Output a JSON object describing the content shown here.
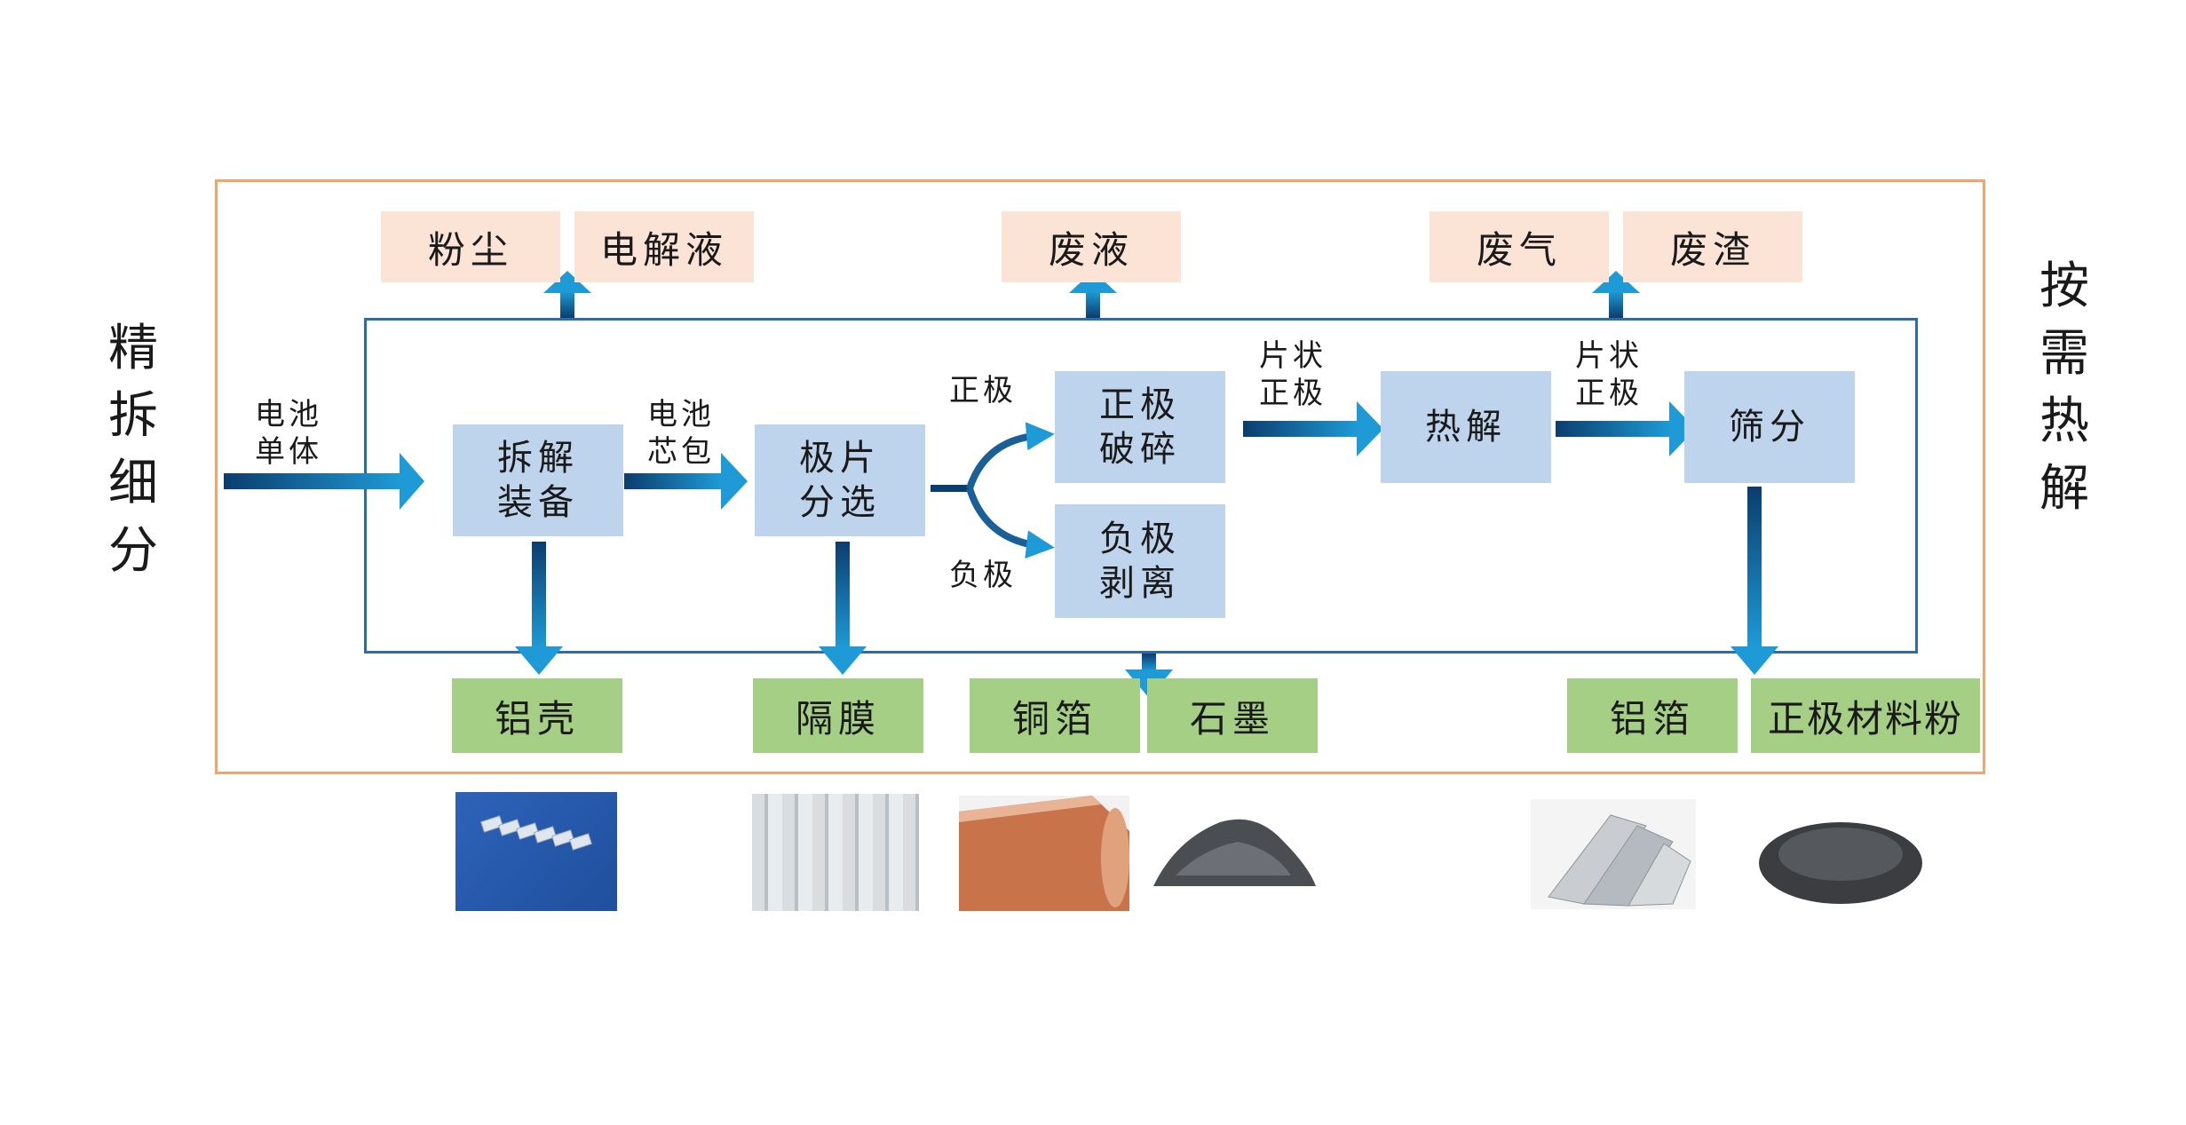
{
  "side_left": "精\n拆\n细\n分",
  "side_right": "按\n需\n热\n解",
  "process": {
    "disassembly": "拆解\n装备",
    "sorting": "极片\n分选",
    "pos_crush": "正极\n破碎",
    "neg_strip": "负极\n剥离",
    "pyrolysis": "热解",
    "sieving": "筛分"
  },
  "waste": {
    "dust": "粉尘",
    "electrolyte": "电解液",
    "waste_liquid": "废液",
    "waste_gas": "废气",
    "waste_slag": "废渣"
  },
  "products": {
    "al_shell": "铝壳",
    "separator": "隔膜",
    "cu_foil": "铜箔",
    "graphite": "石墨",
    "al_foil": "铝箔",
    "cathode_powder": "正极材料粉"
  },
  "labels": {
    "battery_cell": "电池\n单体",
    "battery_core": "电池\n芯包",
    "positive": "正极",
    "negative": "负极",
    "flake_pos_1": "片状\n正极",
    "flake_pos_2": "片状\n正极"
  },
  "colors": {
    "outer_frame": "#F2A46A",
    "inner_frame": "#2E6CA8",
    "process_box": "#BED4EC",
    "waste_box": "#FBE3D6",
    "product_box": "#A6CF86",
    "arrow_dark": "#0B3D6E",
    "arrow_light": "#1E9BD7"
  }
}
